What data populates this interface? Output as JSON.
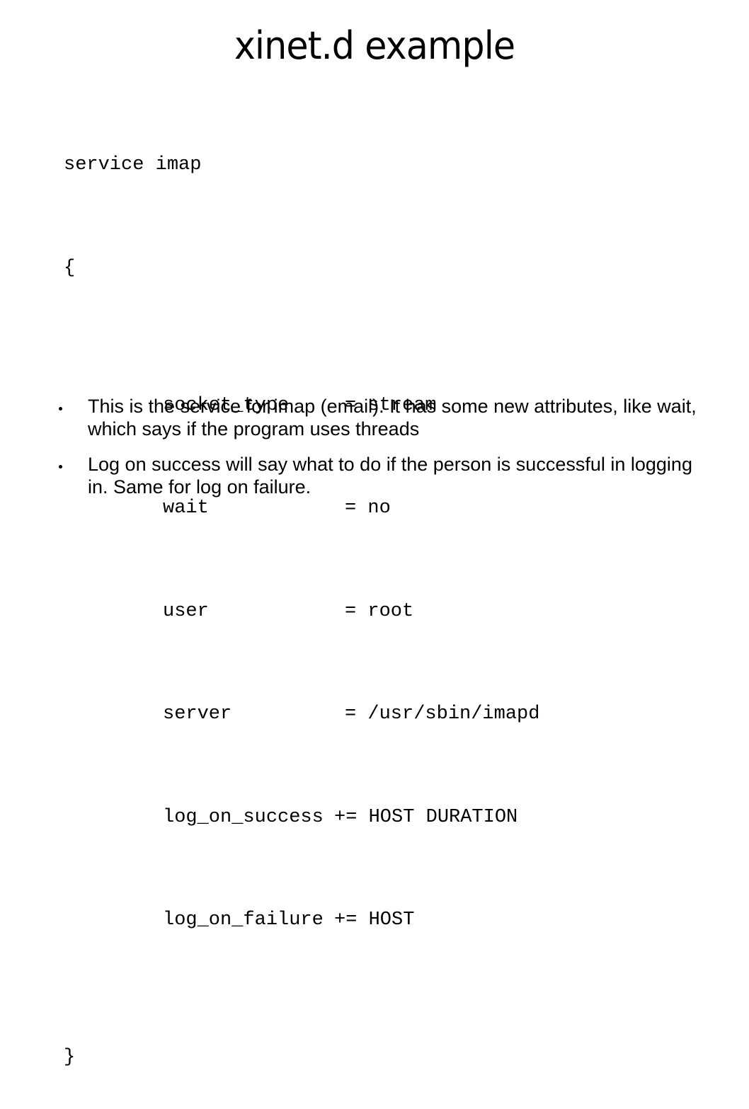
{
  "title": "xinet.d example",
  "code": {
    "line1": "service imap",
    "open_brace": "{",
    "attributes": [
      {
        "key": "socket_type",
        "op": "= stream"
      },
      {
        "key": "wait",
        "op": "= no"
      },
      {
        "key": "user",
        "op": "= root"
      },
      {
        "key": "server",
        "op": "= /usr/sbin/imapd"
      },
      {
        "key": "log_on_success",
        "op": "+= HOST DURATION"
      },
      {
        "key": "log_on_failure",
        "op": "+= HOST"
      }
    ],
    "close_brace": "}"
  },
  "bullets": [
    "This is the service for imap (email). It has some new attributes, like wait, which says if the program uses threads",
    "Log on success will say what to do if the person is successful in logging in. Same for log on failure."
  ]
}
